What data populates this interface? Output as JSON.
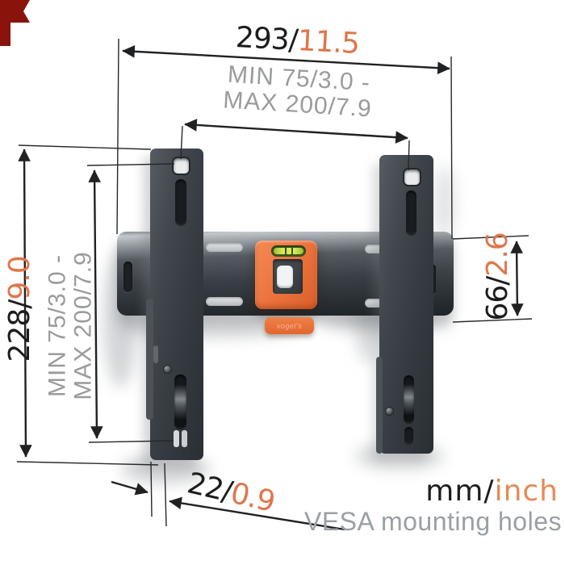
{
  "brand": {
    "logo_icon": "vogels-flag",
    "tab_label": "vogel's"
  },
  "dims": {
    "width_mm": "293/",
    "width_inch": "11.5",
    "height_mm": "228/",
    "height_inch": "9.0",
    "vesa_h_line1": "MIN 75/3.0 -",
    "vesa_h_line2": "MAX 200/7.9",
    "vesa_v_line1": "MIN 75/3.0 -",
    "vesa_v_line2": "MAX 200/7.9",
    "endcap_mm": "66/",
    "endcap_inch": "2.6",
    "depth_mm": "22/",
    "depth_inch": "0.9"
  },
  "legend": {
    "mm_label": "mm/",
    "inch_label": "inch",
    "caption": "VESA mounting holes"
  },
  "colors": {
    "accent_orange": "#df764a",
    "text_black": "#1c1c1c",
    "text_grey": "#999b9d",
    "metal_dark": "#343a40",
    "bracket_orange": "#ee7540",
    "level_green": "#d8ea55",
    "logo_red": "#8a130c"
  }
}
